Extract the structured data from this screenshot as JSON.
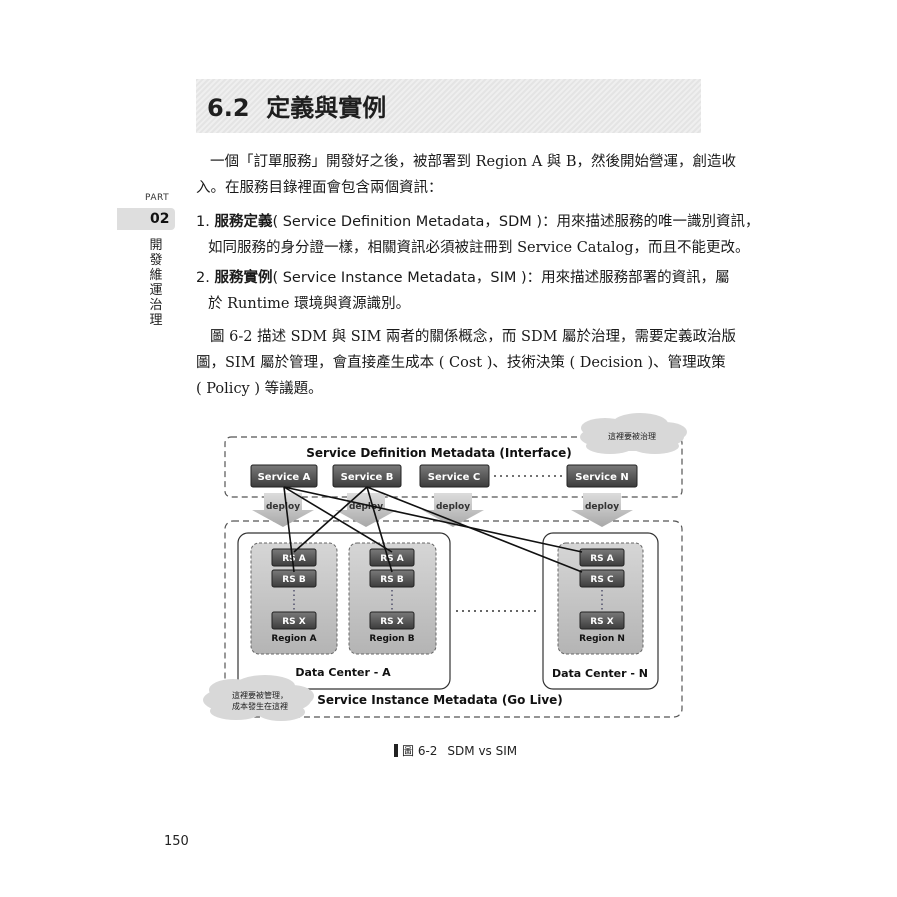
{
  "section": {
    "number": "6.2",
    "title": "定義與實例"
  },
  "sidebar": {
    "part_label": "PART",
    "part_number": "02",
    "part_title": "開發維運治理"
  },
  "body": {
    "intro_line1": "一個「訂單服務」開發好之後，被部署到 Region A 與 B，然後開始營運，創造收",
    "intro_line2": "入。在服務目錄裡面會包含兩個資訊：",
    "item1_num": "1.",
    "item1_term": "服務定義",
    "item1_abbr": "( Service Definition Metadata，SDM )",
    "item1_desc": "：用來描述服務的唯一識別資訊，",
    "item1_line2": "如同服務的身分證一樣，相關資訊必須被註冊到 Service Catalog，而且不能更改。",
    "item2_num": "2.",
    "item2_term": "服務實例",
    "item2_abbr": "( Service Instance Metadata，SIM )",
    "item2_desc": "：用來描述服務部署的資訊，屬",
    "item2_line2": "於 Runtime 環境與資源識別。",
    "para2_line1": "圖 6-2 描述 SDM 與 SIM 兩者的關係概念，而 SDM 屬於治理，需要定義政治版",
    "para2_line2": "圖，SIM 屬於管理，會直接產生成本 ( Cost )、技術決策 ( Decision )、管理政策",
    "para2_line3": "( Policy ) 等議題。"
  },
  "diagram": {
    "sdm_title": "Service Definition Metadata (Interface)",
    "sim_title": "Service Instance Metadata (Go Live)",
    "cloud_top": "這裡要被治理",
    "cloud_bottom_line1": "這裡要被管理，",
    "cloud_bottom_line2": "成本發生在這裡",
    "services": [
      "Service A",
      "Service B",
      "Service C",
      "Service N"
    ],
    "deploy_label": "deploy",
    "regions": [
      {
        "name": "Region A",
        "rs": [
          "RS A",
          "RS B",
          "RS X"
        ]
      },
      {
        "name": "Region B",
        "rs": [
          "RS A",
          "RS B",
          "RS X"
        ]
      },
      {
        "name": "Region N",
        "rs": [
          "RS A",
          "RS C",
          "RS X"
        ]
      }
    ],
    "datacenters": [
      "Data Center - A",
      "Data Center - N"
    ]
  },
  "caption": {
    "label": "圖 6-2",
    "text": "SDM vs SIM"
  },
  "page_number": "150"
}
